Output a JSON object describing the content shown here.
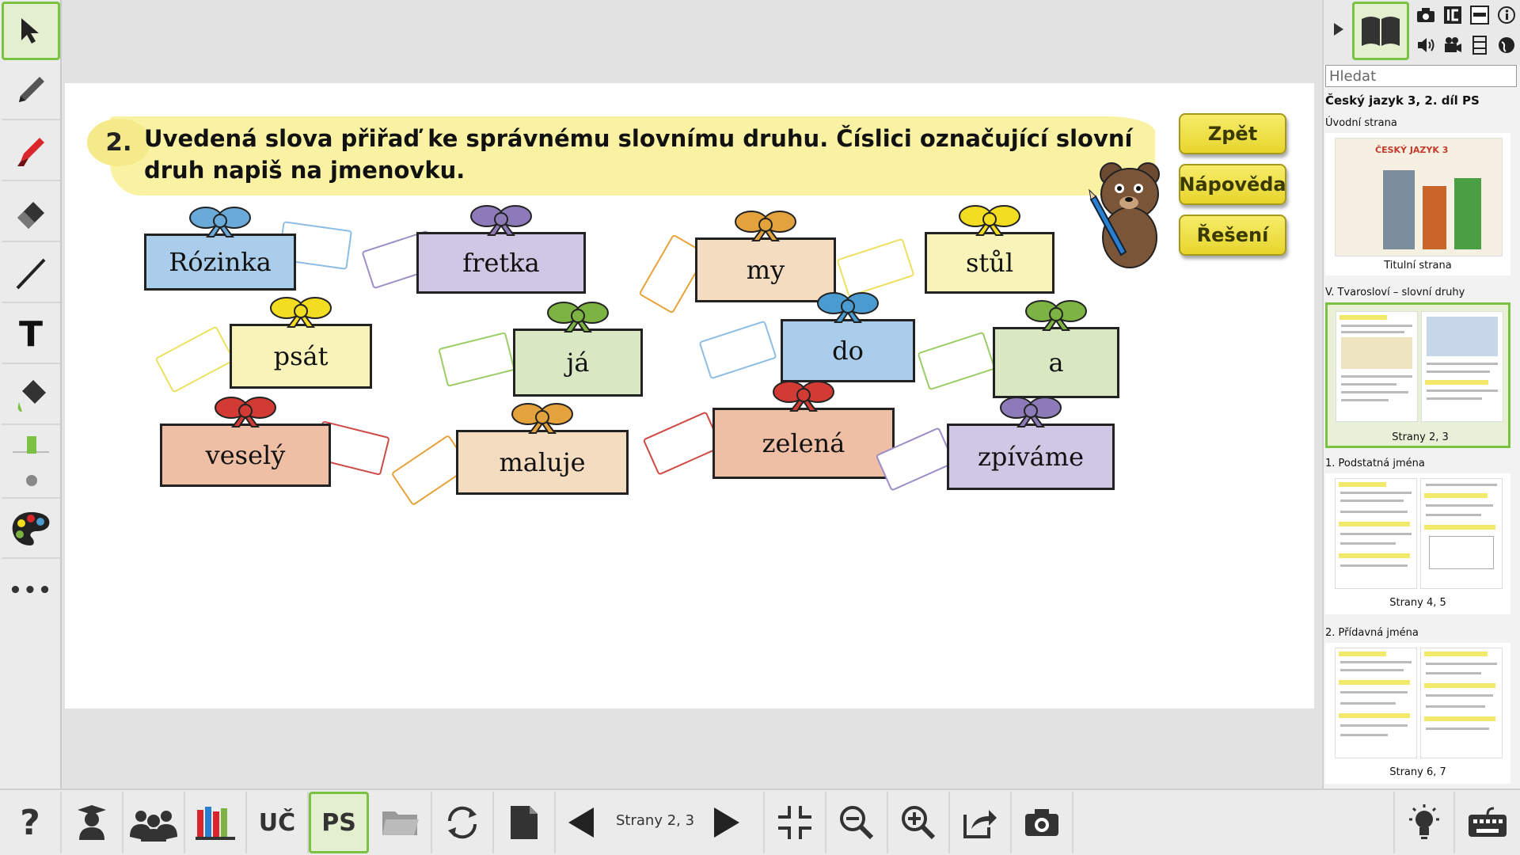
{
  "left_toolbar": {
    "tools": [
      "select-arrow-icon",
      "pencil-icon",
      "marker-icon",
      "eraser-icon",
      "line-icon",
      "text-tool-icon",
      "fill-bucket-icon",
      "thickness-slider-icon",
      "palette-icon",
      "more-icon"
    ],
    "text_tool_glyph": "T",
    "more_glyph": "•••"
  },
  "exercise": {
    "number": "2.",
    "instruction": "Uvedená slova přiřaď ke správnému slovnímu druhu. Číslici označující slovní druh napiš na jmenovku.",
    "buttons": {
      "back": "Zpět",
      "hint": "Nápověda",
      "solution": "Řešení"
    },
    "gifts": [
      {
        "word": "Rózinka",
        "color": "#a9cdea",
        "bow": "#6aaad8",
        "tag": "#8ebde3"
      },
      {
        "word": "fretka",
        "color": "#cfc7e4",
        "bow": "#8d7ab8",
        "tag": "#9d8ec8"
      },
      {
        "word": "my",
        "color": "#f3dcc0",
        "bow": "#e4a23c",
        "tag": "#e8a23a"
      },
      {
        "word": "stůl",
        "color": "#f8f3b8",
        "bow": "#f2dd20",
        "tag": "#ece160"
      },
      {
        "word": "psát",
        "color": "#f8f3b8",
        "bow": "#f2dd20",
        "tag": "#ece160"
      },
      {
        "word": "já",
        "color": "#d9e8c3",
        "bow": "#7cb342",
        "tag": "#9ccc65"
      },
      {
        "word": "do",
        "color": "#a9cdea",
        "bow": "#4a9bd0",
        "tag": "#8ebde3"
      },
      {
        "word": "a",
        "color": "#d9e8c3",
        "bow": "#7cb342",
        "tag": "#9ccc65"
      },
      {
        "word": "veselý",
        "color": "#eebfa4",
        "bow": "#d23a34",
        "tag": "#cf4a44"
      },
      {
        "word": "maluje",
        "color": "#f3dcc0",
        "bow": "#e4a23c",
        "tag": "#e8a23a"
      },
      {
        "word": "zelená",
        "color": "#eebfa4",
        "bow": "#d23a34",
        "tag": "#cf4a44"
      },
      {
        "word": "zpíváme",
        "color": "#cfc7e4",
        "bow": "#8d7ab8",
        "tag": "#9d8ec8"
      }
    ]
  },
  "right_panel": {
    "search_placeholder": "Hledat",
    "book_title": "Český jazyk 3, 2. díl PS",
    "sections": [
      {
        "title": "Úvodní strana",
        "caption": "Titulní strana"
      },
      {
        "title": "V. Tvarosloví – slovní druhy",
        "caption": "Strany 2, 3"
      },
      {
        "title": "1. Podstatná jména",
        "caption": "Strany 4, 5"
      },
      {
        "title": "2. Přídavná jména",
        "caption": "Strany 6, 7"
      }
    ],
    "cover_title": "ČESKÝ JAZYK 3",
    "header_icons": [
      "expand-arrow-icon",
      "book-icon",
      "camera-icon",
      "ic-icon",
      "mpv-icon",
      "info-icon",
      "speaker-icon",
      "video-camera-icon",
      "film-icon",
      "globe-icon"
    ]
  },
  "bottom_toolbar": {
    "help": "?",
    "uc": "UČ",
    "ps": "PS",
    "page_label": "Strany 2, 3"
  },
  "colors": {
    "accent_green": "#7cc242",
    "instruction_bg": "#f9f2a3",
    "button_yellow": "#f0e34a"
  }
}
